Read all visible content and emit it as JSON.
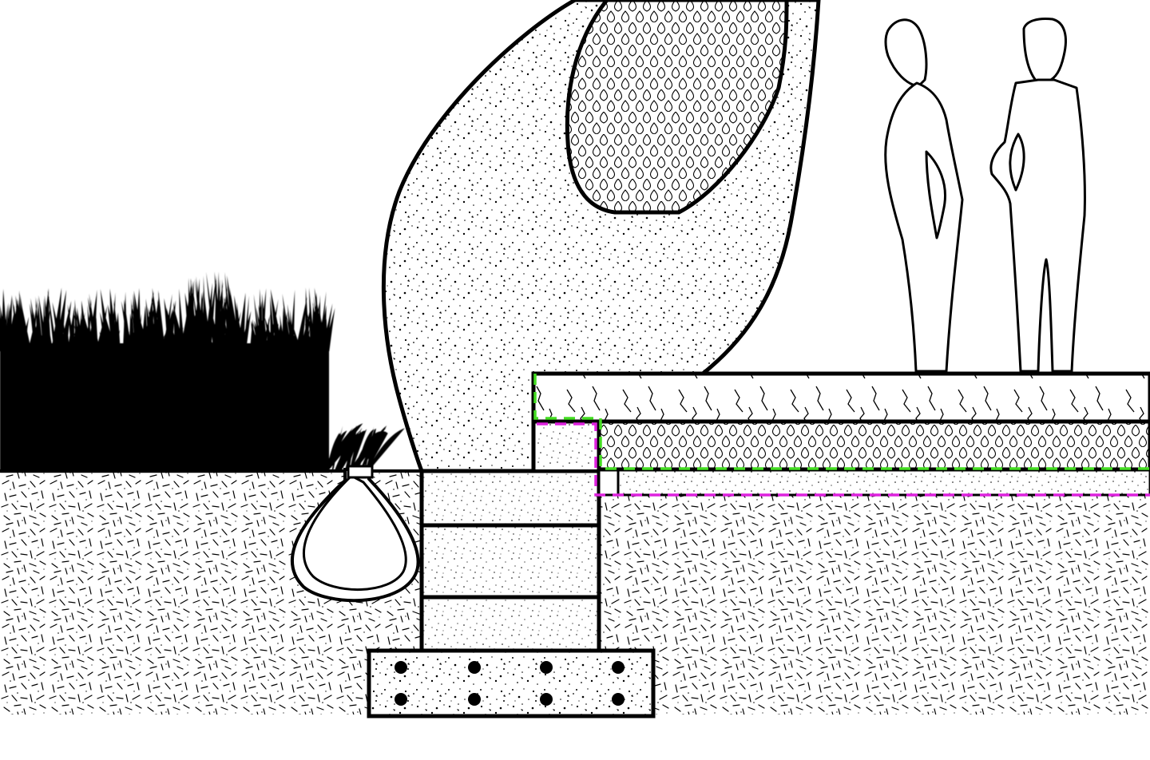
{
  "diagram": {
    "colors": {
      "ink": "#000000",
      "paper": "#ffffff",
      "speckle_fill": "#f4f4f4",
      "membrane_green": "#44dd22",
      "membrane_magenta": "#dd22dd"
    },
    "components": [
      "soil",
      "grass",
      "drain-pipe",
      "concrete-footing",
      "block-wall",
      "sculpture",
      "timber-deck",
      "insulation-layer",
      "gravel-bed",
      "people"
    ]
  }
}
